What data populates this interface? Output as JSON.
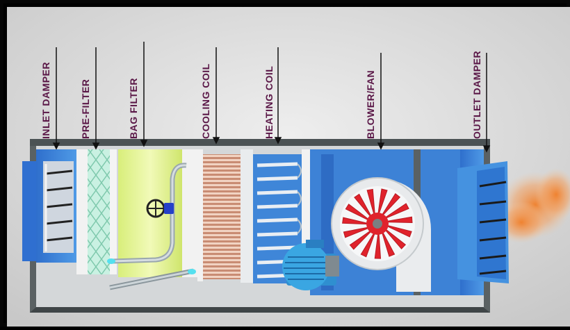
{
  "labels": {
    "inlet_damper": "INLET DAMPER",
    "pre_filter": "PRE-FILTER",
    "bag_filter": "BAG FILTER",
    "cooling_coil": "COOLING COIL",
    "heating_coil": "HEATING COIL",
    "blower_fan": "BLOWER/FAN",
    "outlet_damper": "OUTLET DAMPER"
  },
  "colors": {
    "background": "#dcdcdc",
    "label_text": "#5a1747",
    "casing_frame": "#4b5254",
    "inlet_panel": "#3f7fd6",
    "pre_filter": "#b9ecd9",
    "bag_filter": "#e3f39a",
    "cooling_coil": "#d9a58e",
    "heating_coil": "#e8eef4",
    "blower_chamber": "#3f86d8",
    "fan_blades": "#e0232c",
    "motor": "#3aa3e0",
    "exhaust_plume": "#f08a3a"
  }
}
